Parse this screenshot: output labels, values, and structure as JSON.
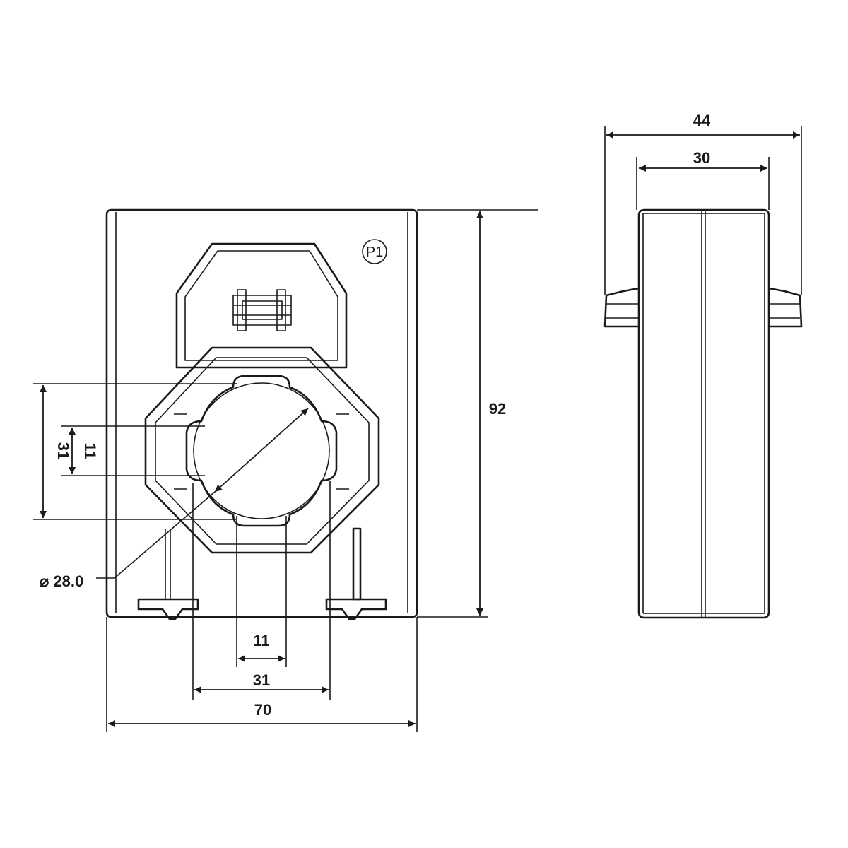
{
  "dimensions": {
    "height_total": "92",
    "width_total": "70",
    "window_width": "31",
    "slot_width": "11",
    "window_height": "31",
    "slot_height": "11",
    "diameter": "⌀ 28.0",
    "depth_total": "44",
    "depth_body": "30"
  },
  "markings": {
    "terminal": "P1"
  },
  "colors": {
    "line": "#1a1a1a",
    "background": "#ffffff"
  }
}
